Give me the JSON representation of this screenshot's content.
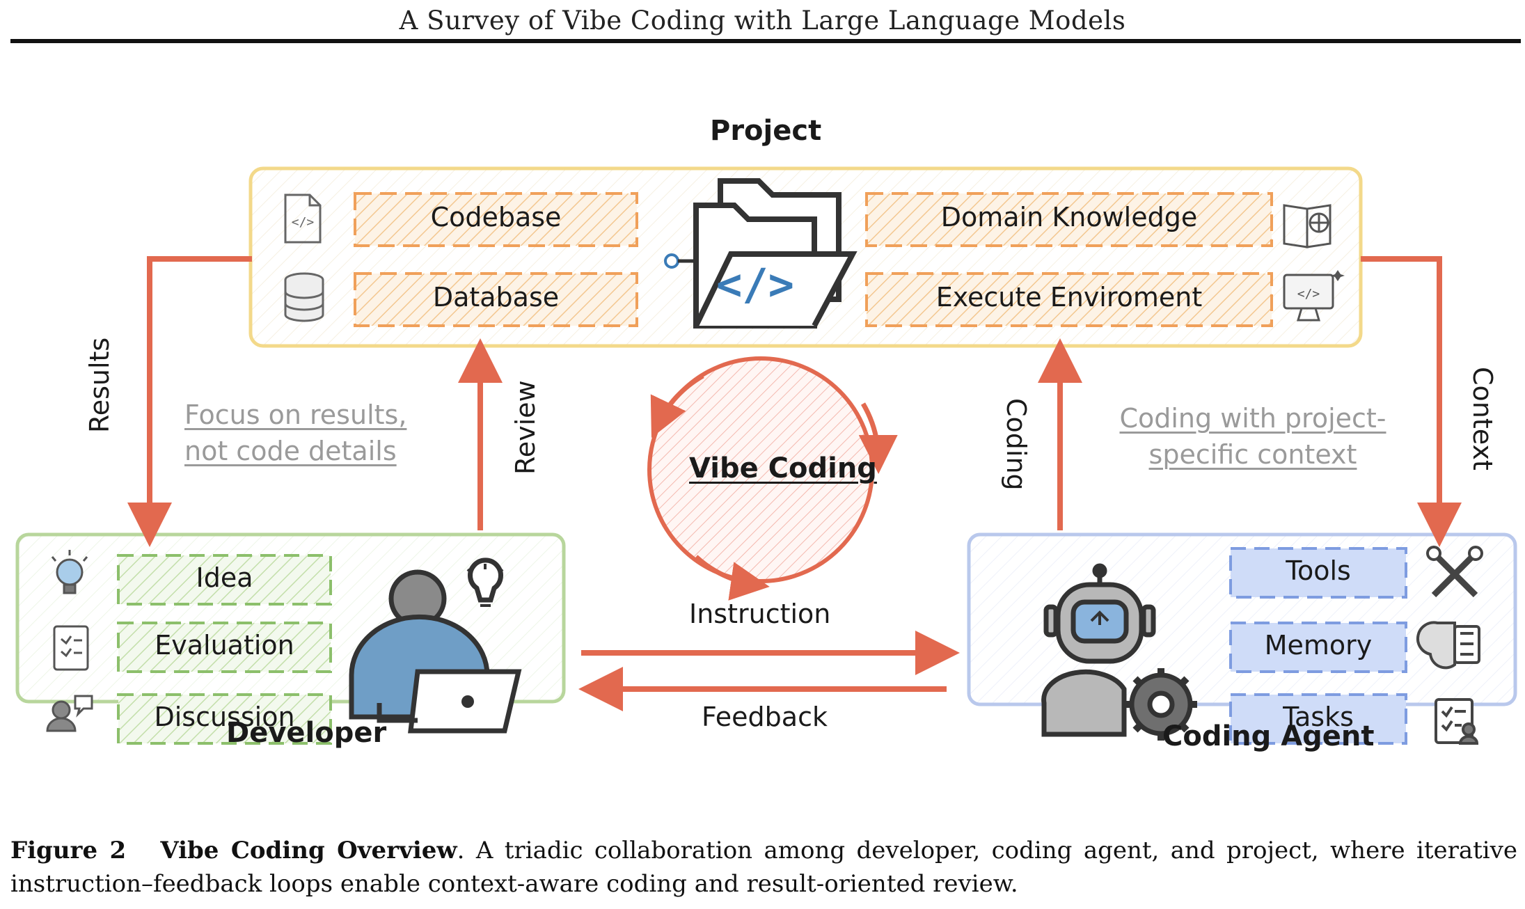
{
  "running_head": "A Survey of Vibe Coding with Large Language Models",
  "figure": {
    "project": {
      "title": "Project",
      "items": [
        "Codebase",
        "Database",
        "Domain Knowledge",
        "Execute Enviroment"
      ]
    },
    "developer": {
      "title": "Developer",
      "items": [
        "Idea",
        "Evaluation",
        "Discussion"
      ]
    },
    "agent": {
      "title": "Coding Agent",
      "items": [
        "Tools",
        "Memory",
        "Tasks"
      ]
    },
    "center": "Vibe Coding",
    "flows": {
      "results": "Results",
      "review": "Review",
      "coding": "Coding",
      "context": "Context",
      "instruction": "Instruction",
      "feedback": "Feedback"
    },
    "notes": {
      "developer_note": "Focus on results, not code details",
      "agent_note": "Coding with project-specific context"
    },
    "colors": {
      "arrow": "#e2694f",
      "project_border": "#f3d98a",
      "project_item": "#f0a05a",
      "developer_border": "#b8d69c",
      "developer_item": "#8cbf6b",
      "agent_border": "#b9c8ec",
      "agent_item": "#7e9ce0",
      "agent_item_fill": "#cfdcf8",
      "person": "#6f9ec6"
    }
  },
  "caption": {
    "label": "Figure 2",
    "title": "Vibe Coding Overview",
    "text": ". A triadic collaboration among developer, coding agent, and project, where iterative instruction–feedback loops enable context-aware coding and result-oriented review."
  }
}
